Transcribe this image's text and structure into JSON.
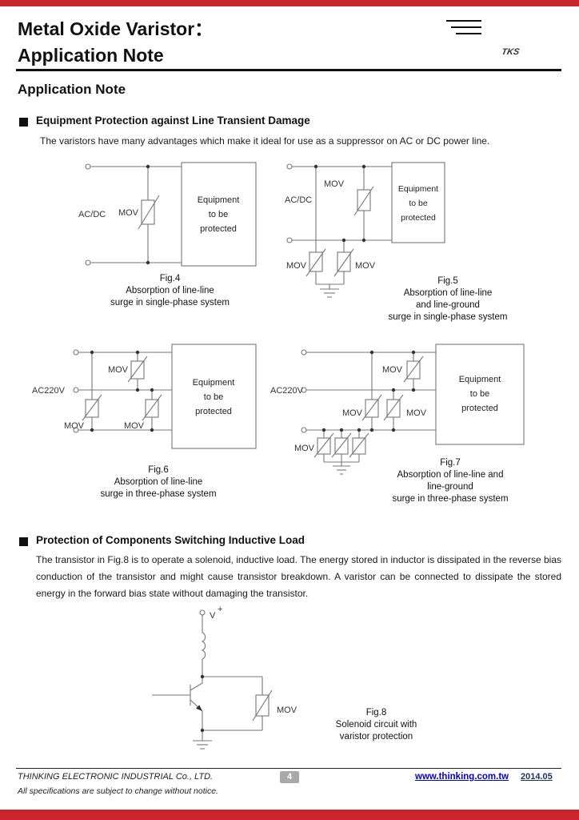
{
  "colors": {
    "accent_red": "#C9252B",
    "link_blue": "#0000CC"
  },
  "header": {
    "title_line1": "Metal Oxide Varistor：",
    "title_line2": "Application Note",
    "logo_text": "TKS"
  },
  "page_heading": "Application Note",
  "sections": [
    {
      "heading": "Equipment Protection against Line Transient Damage",
      "body": "The varistors have many advantages which make it ideal for use as a suppressor on AC or DC power line."
    },
    {
      "heading": "Protection of Components Switching Inductive Load",
      "body": "The transistor in Fig.8 is to operate a solenoid, inductive load. The energy stored in inductor is dissipated in the reverse bias conduction of the transistor and might cause transistor breakdown. A varistor can be connected to dissipate the stored energy in the forward bias state without damaging the transistor."
    }
  ],
  "diagram_labels": {
    "mov": "MOV",
    "ac_dc": "AC/DC",
    "ac220v": "AC220V",
    "v_base": "V",
    "v_sup": "+",
    "equipment_line1": "Equipment",
    "equipment_line2": "to be",
    "equipment_line3": "protected"
  },
  "figures": {
    "fig4": {
      "caption": [
        "Fig.4",
        "Absorption of line-line",
        "surge in single-phase system"
      ]
    },
    "fig5": {
      "caption": [
        "Fig.5",
        "Absorption of line-line",
        "and line-ground",
        "surge in single-phase system"
      ]
    },
    "fig6": {
      "caption": [
        "Fig.6",
        "Absorption of line-line",
        "surge in three-phase system"
      ]
    },
    "fig7": {
      "caption": [
        "Fig.7",
        "Absorption of line-line and",
        "line-ground",
        "surge in three-phase system"
      ]
    },
    "fig8": {
      "caption": [
        "Fig.8",
        "Solenoid circuit with",
        "varistor protection"
      ]
    }
  },
  "footer": {
    "company": "THINKING ELECTRONIC INDUSTRIAL Co., LTD.",
    "page_number": "4",
    "website": "www.thinking.com.tw",
    "date": "2014.05",
    "disclaimer": "All specifications are subject to change without notice."
  }
}
